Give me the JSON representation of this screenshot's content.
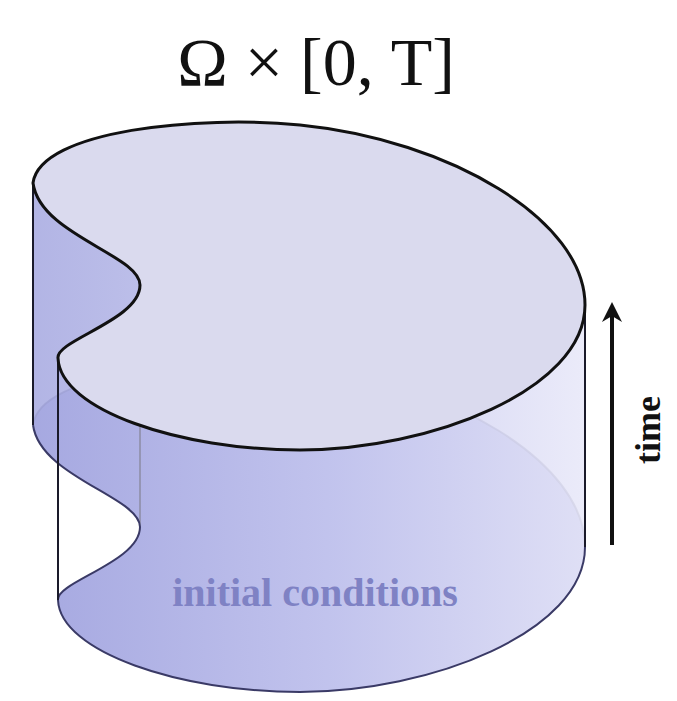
{
  "diagram": {
    "title": "Ω × [0, T]",
    "labels": [
      "initial conditions",
      "time"
    ]
  }
}
